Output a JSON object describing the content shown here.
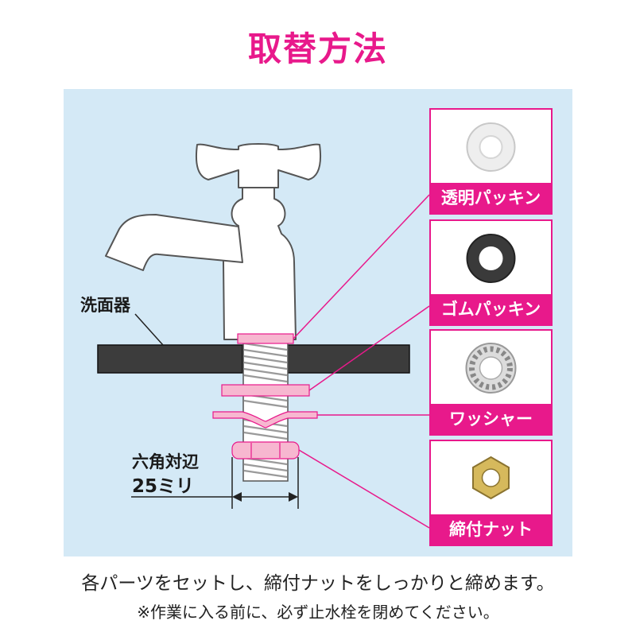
{
  "title": "取替方法",
  "labels": {
    "basin": "洗面器",
    "hex_line1": "六角対辺",
    "hex_line2": "25ミリ"
  },
  "parts": [
    {
      "label": "透明パッキン",
      "icon": "clear-gasket-icon"
    },
    {
      "label": "ゴムパッキン",
      "icon": "rubber-gasket-icon"
    },
    {
      "label": "ワッシャー",
      "icon": "washer-icon"
    },
    {
      "label": "締付ナット",
      "icon": "nut-icon"
    }
  ],
  "footer": {
    "line1": "各パーツをセットし、締付ナットをしっかりと締めます。",
    "line2": "※作業に入る前に、必ず止水栓を閉めてください。"
  },
  "colors": {
    "accent": "#e8198b",
    "panel": "#d4e9f6",
    "basin": "#3c3c3c",
    "highlight": "#f7b7d0"
  }
}
